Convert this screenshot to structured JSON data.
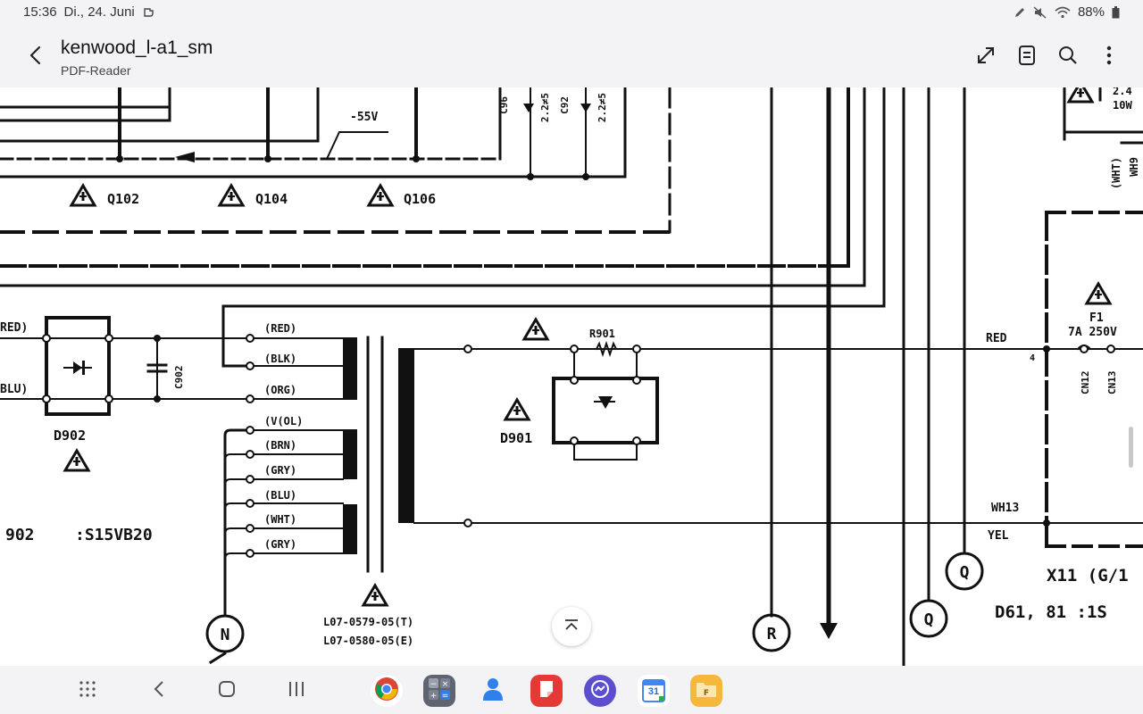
{
  "status_bar": {
    "time": "15:36",
    "date": "Di., 24. Juni",
    "battery": "88%"
  },
  "app_bar": {
    "title": "kenwood_l-a1_sm",
    "subtitle": "PDF-Reader"
  },
  "icons": {
    "back": "arrow-back-icon",
    "expand": "expand-icon",
    "page_view": "page-icon",
    "search": "search-icon",
    "more": "more-vert-icon"
  },
  "schematic": {
    "labels": {
      "v55": "-55V",
      "c96": "C96",
      "c96v": "2.2≠5",
      "c92": "C92",
      "c92v": "2.2≠5",
      "q102": "Q102",
      "q104": "Q104",
      "q106": "Q106",
      "top_right_1": "2.4",
      "top_right_2": "10W",
      "wht": "(WHT)",
      "wh9": "WH9",
      "red_left": "RED)",
      "blu_left": "BLU)",
      "c902": "C902",
      "d902": "D902",
      "ref902": "902",
      "s15vb20": ":S15VB20",
      "t_red": "(RED)",
      "t_blk": "(BLK)",
      "t_org": "(ORG)",
      "t_vol": "(V(OL)",
      "t_brn": "(BRN)",
      "t_gry1": "(GRY)",
      "t_blu": "(BLU)",
      "t_wht": "(WHT)",
      "t_gry2": "(GRY)",
      "l07t": "L07-0579-05(T)",
      "l07e": "L07-0580-05(E)",
      "r901": "R901",
      "d901": "D901",
      "red_right": "RED",
      "pin4": "4",
      "f1": "F1",
      "fuse": "7A  250V",
      "cn12": "CN12",
      "cn13": "CN13",
      "wh13": "WH13",
      "yel": "YEL",
      "x11": "X11 (G/1",
      "d61": "D61, 81  :1S",
      "node_n": "N",
      "node_r": "R",
      "node_q1": "Q",
      "node_q2": "Q"
    }
  },
  "nav_bar": {
    "apps": [
      "Chrome",
      "Rechner",
      "Kontakte",
      "Notizen",
      "Messages",
      "Kalender",
      "Dateien"
    ],
    "calendar_day": "31"
  },
  "colors": {
    "background": "#f3f3f5",
    "ink": "#111111"
  }
}
